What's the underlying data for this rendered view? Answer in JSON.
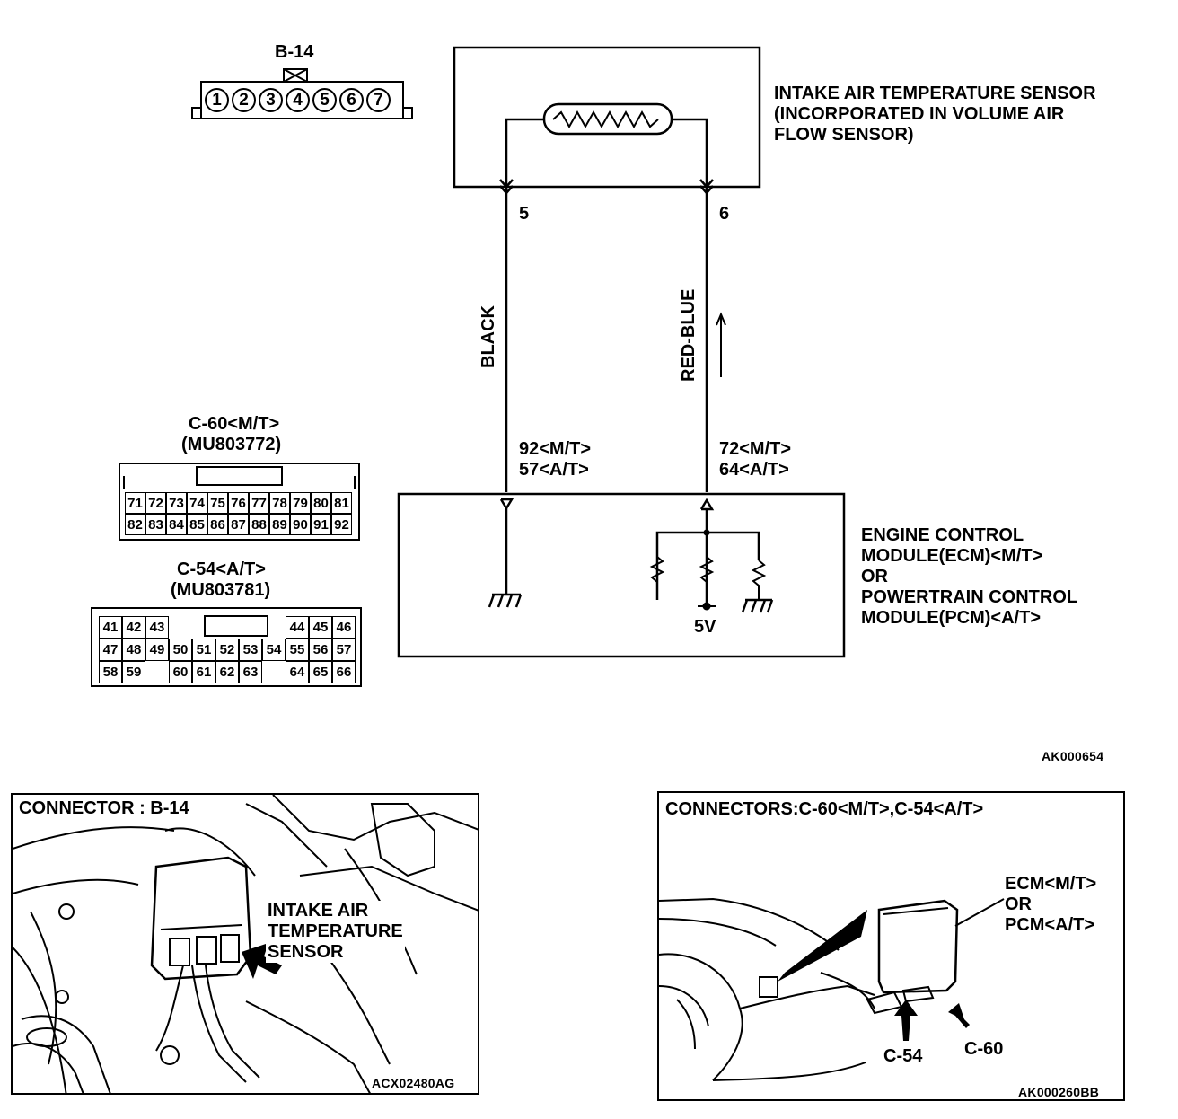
{
  "b14_connector": {
    "title": "B-14",
    "pins": [
      "1",
      "2",
      "3",
      "4",
      "5",
      "6",
      "7"
    ]
  },
  "sensor": {
    "label_lines": [
      "INTAKE AIR TEMPERATURE SENSOR",
      "(INCORPORATED IN VOLUME AIR",
      "FLOW SENSOR)"
    ],
    "pin_left": "5",
    "pin_right": "6"
  },
  "wires": {
    "left_color": "BLACK",
    "right_color": "RED-BLUE",
    "left_terms": [
      "92<M/T>",
      "57<A/T>"
    ],
    "right_terms": [
      "72<M/T>",
      "64<A/T>"
    ]
  },
  "ecm": {
    "label_lines": [
      "ENGINE CONTROL",
      "MODULE(ECM)<M/T>",
      "OR",
      "POWERTRAIN CONTROL",
      "MODULE(PCM)<A/T>"
    ],
    "voltage": "5V"
  },
  "c60_connector": {
    "title": "C-60<M/T>",
    "part": "(MU803772)",
    "rows": [
      [
        "71",
        "72",
        "73",
        "74",
        "75",
        "76",
        "77",
        "78",
        "79",
        "80",
        "81"
      ],
      [
        "82",
        "83",
        "84",
        "85",
        "86",
        "87",
        "88",
        "89",
        "90",
        "91",
        "92"
      ]
    ]
  },
  "c54_connector": {
    "title": "C-54<A/T>",
    "part": "(MU803781)",
    "rows": [
      [
        "41",
        "42",
        "43",
        "",
        "",
        "",
        "",
        "",
        "44",
        "45",
        "46"
      ],
      [
        "47",
        "48",
        "49",
        "50",
        "51",
        "52",
        "53",
        "54",
        "55",
        "56",
        "57"
      ],
      [
        "58",
        "59",
        "",
        "60",
        "61",
        "62",
        "63",
        "",
        "64",
        "65",
        "66"
      ]
    ]
  },
  "diagram_code": "AK000654",
  "photo_left": {
    "title": "CONNECTOR : B-14",
    "callout_lines": [
      "INTAKE AIR",
      "TEMPERATURE",
      "SENSOR"
    ],
    "code": "ACX02480AG"
  },
  "photo_right": {
    "title": "CONNECTORS:C-60<M/T>,C-54<A/T>",
    "callout_lines": [
      "ECM<M/T>",
      "OR",
      "PCM<A/T>"
    ],
    "arrow_left": "C-54",
    "arrow_right": "C-60",
    "code": "AK000260BB"
  }
}
